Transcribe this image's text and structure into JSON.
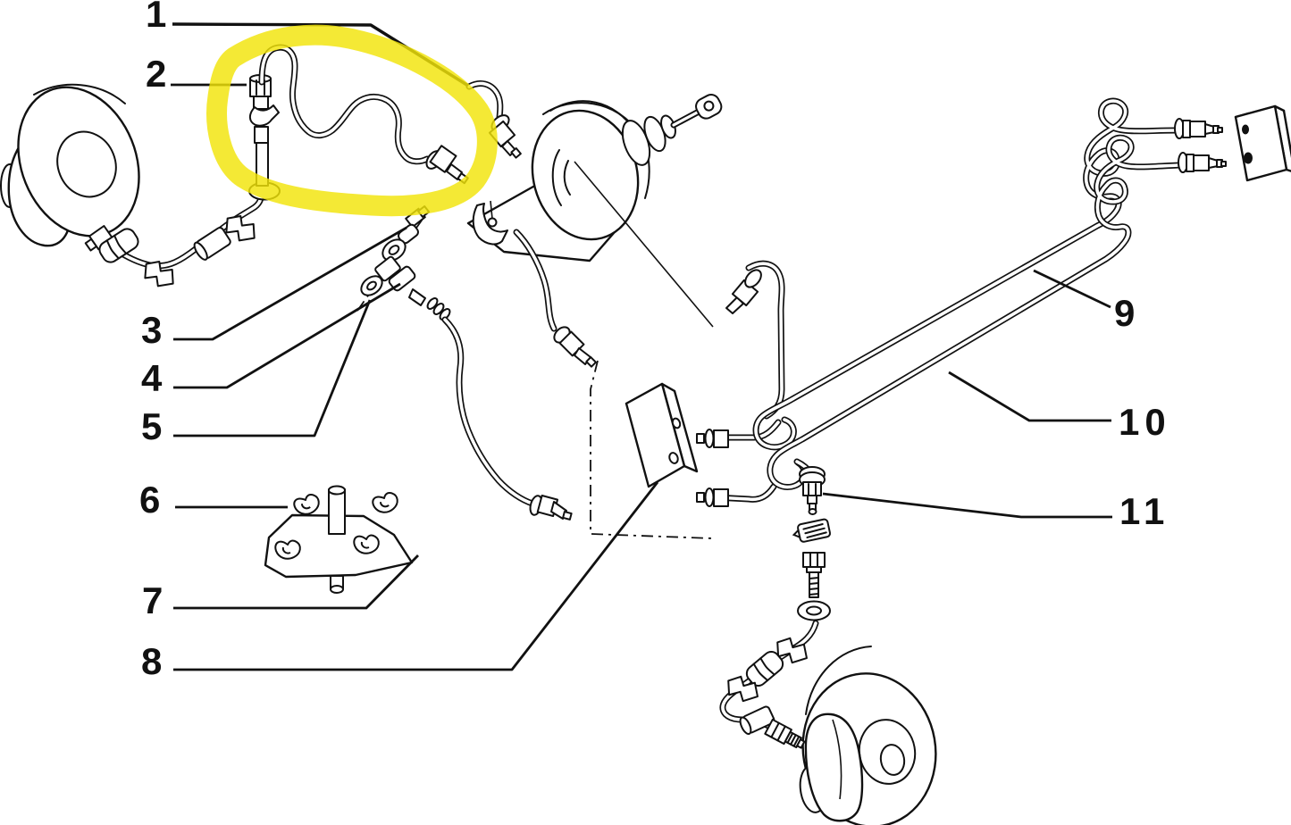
{
  "diagram": {
    "background_color": "#ffffff",
    "line_color": "#111111",
    "highlight": {
      "color": "#f2e408",
      "style": "hand-drawn marker loop",
      "encircles_callout": "1"
    },
    "callouts": [
      {
        "label": "1"
      },
      {
        "label": "2"
      },
      {
        "label": "3"
      },
      {
        "label": "4"
      },
      {
        "label": "5"
      },
      {
        "label": "6"
      },
      {
        "label": "7"
      },
      {
        "label": "8"
      },
      {
        "label": "9"
      },
      {
        "label": "10"
      },
      {
        "label": "11"
      }
    ]
  }
}
